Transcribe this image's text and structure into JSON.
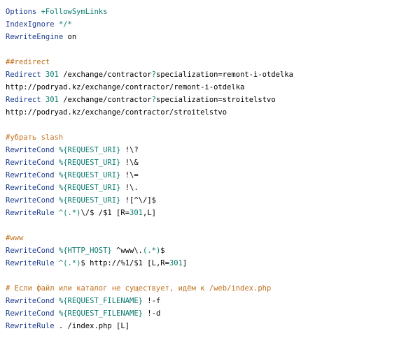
{
  "lines": [
    {
      "parts": [
        {
          "t": "Options",
          "c": "kw"
        },
        {
          "t": " ",
          "c": "str"
        },
        {
          "t": "+FollowSymLinks",
          "c": "var"
        }
      ]
    },
    {
      "parts": [
        {
          "t": "IndexIgnore",
          "c": "kw"
        },
        {
          "t": " ",
          "c": "str"
        },
        {
          "t": "*/*",
          "c": "var"
        }
      ]
    },
    {
      "parts": [
        {
          "t": "RewriteEngine",
          "c": "kw"
        },
        {
          "t": " on",
          "c": "str"
        }
      ]
    },
    {
      "parts": []
    },
    {
      "parts": [
        {
          "t": "##redirect",
          "c": "comment"
        }
      ]
    },
    {
      "parts": [
        {
          "t": "Redirect",
          "c": "kw"
        },
        {
          "t": " ",
          "c": "str"
        },
        {
          "t": "301",
          "c": "num"
        },
        {
          "t": " /exchange/contractor",
          "c": "str"
        },
        {
          "t": "?",
          "c": "var"
        },
        {
          "t": "specialization=remont-i-otdelka",
          "c": "str"
        }
      ]
    },
    {
      "parts": [
        {
          "t": "http://podryad.kz/exchange/contractor/remont-i-otdelka",
          "c": "str"
        }
      ]
    },
    {
      "parts": [
        {
          "t": "Redirect",
          "c": "kw"
        },
        {
          "t": " ",
          "c": "str"
        },
        {
          "t": "301",
          "c": "num"
        },
        {
          "t": " /exchange/contractor",
          "c": "str"
        },
        {
          "t": "?",
          "c": "var"
        },
        {
          "t": "specialization=stroitelstvo",
          "c": "str"
        }
      ]
    },
    {
      "parts": [
        {
          "t": "http://podryad.kz/exchange/contractor/stroitelstvo",
          "c": "str"
        }
      ]
    },
    {
      "parts": []
    },
    {
      "parts": [
        {
          "t": "#убрать slash",
          "c": "comment"
        }
      ]
    },
    {
      "parts": [
        {
          "t": "RewriteCond",
          "c": "kw"
        },
        {
          "t": " ",
          "c": "str"
        },
        {
          "t": "%{REQUEST_URI}",
          "c": "var"
        },
        {
          "t": " !\\?",
          "c": "str"
        }
      ]
    },
    {
      "parts": [
        {
          "t": "RewriteCond",
          "c": "kw"
        },
        {
          "t": " ",
          "c": "str"
        },
        {
          "t": "%{REQUEST_URI}",
          "c": "var"
        },
        {
          "t": " !\\&",
          "c": "str"
        }
      ]
    },
    {
      "parts": [
        {
          "t": "RewriteCond",
          "c": "kw"
        },
        {
          "t": " ",
          "c": "str"
        },
        {
          "t": "%{REQUEST_URI}",
          "c": "var"
        },
        {
          "t": " !\\=",
          "c": "str"
        }
      ]
    },
    {
      "parts": [
        {
          "t": "RewriteCond",
          "c": "kw"
        },
        {
          "t": " ",
          "c": "str"
        },
        {
          "t": "%{REQUEST_URI}",
          "c": "var"
        },
        {
          "t": " !\\.",
          "c": "str"
        }
      ]
    },
    {
      "parts": [
        {
          "t": "RewriteCond",
          "c": "kw"
        },
        {
          "t": " ",
          "c": "str"
        },
        {
          "t": "%{REQUEST_URI}",
          "c": "var"
        },
        {
          "t": " ![^\\/]$",
          "c": "str"
        }
      ]
    },
    {
      "parts": [
        {
          "t": "RewriteRule",
          "c": "kw"
        },
        {
          "t": " ",
          "c": "str"
        },
        {
          "t": "^(.*)",
          "c": "var"
        },
        {
          "t": "\\/$ /$1 [R=",
          "c": "str"
        },
        {
          "t": "301",
          "c": "num"
        },
        {
          "t": ",L]",
          "c": "str"
        }
      ]
    },
    {
      "parts": []
    },
    {
      "parts": [
        {
          "t": "#www",
          "c": "comment"
        }
      ]
    },
    {
      "parts": [
        {
          "t": "RewriteCond",
          "c": "kw"
        },
        {
          "t": " ",
          "c": "str"
        },
        {
          "t": "%{HTTP_HOST}",
          "c": "var"
        },
        {
          "t": " ^www\\.",
          "c": "str"
        },
        {
          "t": "(.*)",
          "c": "var"
        },
        {
          "t": "$",
          "c": "str"
        }
      ]
    },
    {
      "parts": [
        {
          "t": "RewriteRule",
          "c": "kw"
        },
        {
          "t": " ",
          "c": "str"
        },
        {
          "t": "^(.*)",
          "c": "var"
        },
        {
          "t": "$ http://%1/$1 [L,R=",
          "c": "str"
        },
        {
          "t": "301",
          "c": "num"
        },
        {
          "t": "]",
          "c": "str"
        }
      ]
    },
    {
      "parts": []
    },
    {
      "parts": [
        {
          "t": "# Если файл или каталог не существует, идём к /web/index.php",
          "c": "comment"
        }
      ]
    },
    {
      "parts": [
        {
          "t": "RewriteCond",
          "c": "kw"
        },
        {
          "t": " ",
          "c": "str"
        },
        {
          "t": "%{REQUEST_FILENAME}",
          "c": "var"
        },
        {
          "t": " !-f",
          "c": "str"
        }
      ]
    },
    {
      "parts": [
        {
          "t": "RewriteCond",
          "c": "kw"
        },
        {
          "t": " ",
          "c": "str"
        },
        {
          "t": "%{REQUEST_FILENAME}",
          "c": "var"
        },
        {
          "t": " !-d",
          "c": "str"
        }
      ]
    },
    {
      "parts": [
        {
          "t": "RewriteRule",
          "c": "kw"
        },
        {
          "t": " . /index.php [L]",
          "c": "str"
        }
      ]
    }
  ]
}
